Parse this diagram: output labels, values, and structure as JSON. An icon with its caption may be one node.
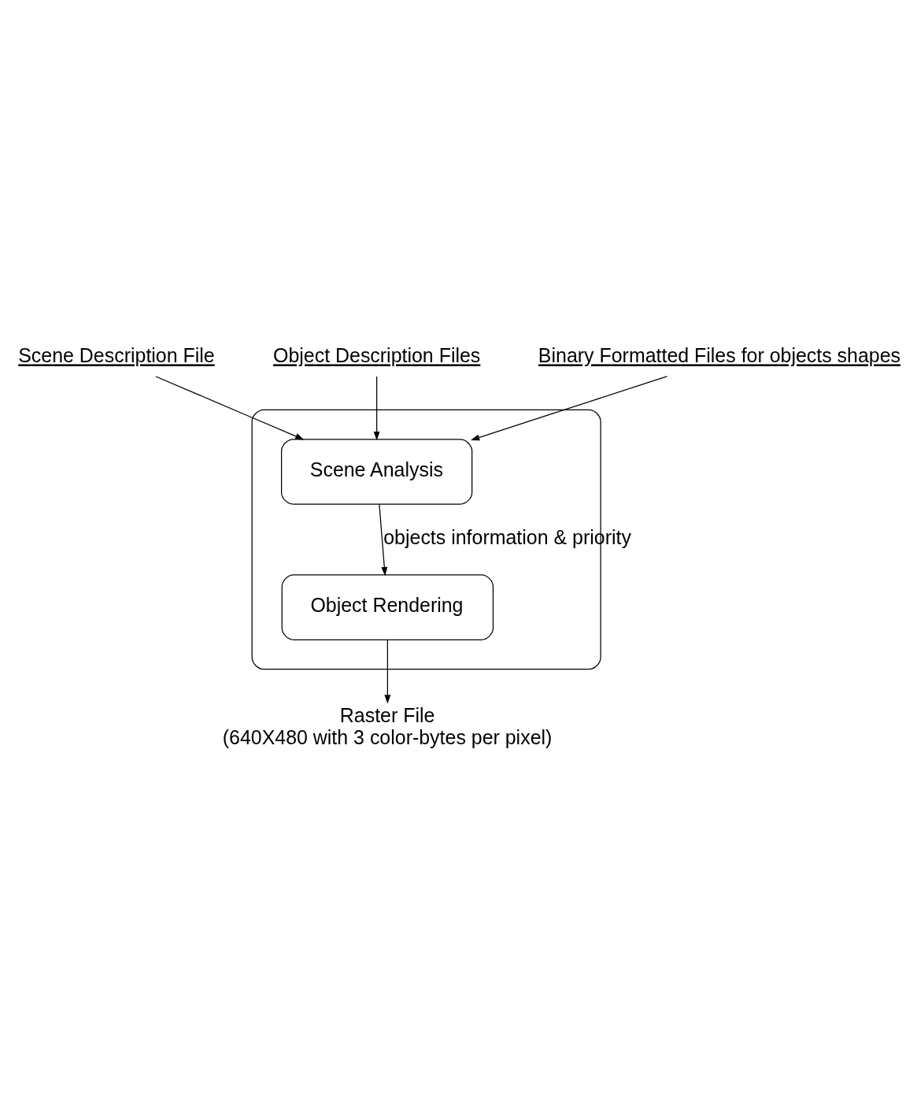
{
  "diagram": {
    "nodes": [
      {
        "text": [
          "Scene Description File"
        ]
      },
      {
        "text": [
          "Object Description Files"
        ]
      },
      {
        "text": [
          "Binary Formatted Files for objects shapes"
        ]
      },
      {
        "text": [],
        "shape": "box"
      },
      {
        "text": [
          "Scene Analysis"
        ],
        "in": 3
      },
      {
        "text": [
          "Object Rendering"
        ],
        "in": 3
      },
      {
        "text": [
          "Raster File",
          "(640X480 with 3 color-bytes per pixel)"
        ]
      }
    ],
    "edges": [
      {
        "from": 0,
        "to": 4,
        "arrow": "to"
      },
      {
        "from": 1,
        "to": 4,
        "arrow": "to"
      },
      {
        "from": 2,
        "to": 4,
        "arrow": "to"
      },
      {
        "from": 4,
        "to": 5,
        "arrow": "to",
        "label": "objects information & priority"
      },
      {
        "from": 5,
        "to": 6,
        "arrow": "to"
      }
    ]
  }
}
